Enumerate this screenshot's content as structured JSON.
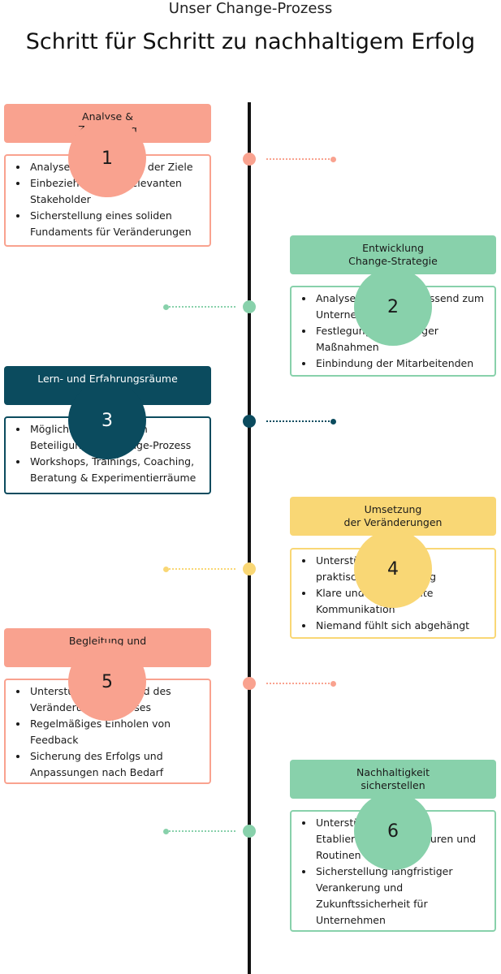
{
  "header": {
    "subtitle": "Unser Change-Prozess",
    "title": "Schritt für Schritt zu nachhaltigem Erfolg"
  },
  "colors": {
    "salmon": "#f9a28f",
    "mint": "#88d1ab",
    "teal": "#0b4b5e",
    "yellow": "#f9d775"
  },
  "steps": [
    {
      "number": "1",
      "title": "Analyse &\nZielsetzung",
      "color": "salmon",
      "bullets": [
        "Analyse des Bedarfs & der Ziele",
        "Einbeziehung aller relevanten Stakeholder",
        "Sicherstellung eines soliden Fundaments für Veränderungen"
      ]
    },
    {
      "number": "2",
      "title": "Entwicklung\nChange-Strategie",
      "color": "mint",
      "bullets": [
        "Analysebasiert und passend zum Unternehmen",
        "Festlegung notwendiger Maßnahmen",
        "Einbindung der Mitarbeitenden"
      ]
    },
    {
      "number": "3",
      "title": "Lern- und Erfahrungsräume\nschaffen",
      "color": "teal",
      "bullets": [
        "Möglichkeit zur aktiven Beteiligung am Change-Prozess",
        "Workshops, Trainings, Coaching, Beratung & Experimentierräume"
      ]
    },
    {
      "number": "4",
      "title": "Umsetzung\nder Veränderungen",
      "color": "yellow",
      "bullets": [
        "Unterstützung bei der praktischen Umsetzung",
        "Klare und transparente Kommunikation",
        "Niemand fühlt sich abgehängt"
      ]
    },
    {
      "number": "5",
      "title": "Begleitung und\nFeedback",
      "color": "salmon",
      "bullets": [
        "Unterstützung während des Veränderungsprozesses",
        "Regelmäßiges Einholen von Feedback",
        "Sicherung des Erfolgs und Anpassungen nach Bedarf"
      ]
    },
    {
      "number": "6",
      "title": "Nachhaltigkeit\nsicherstellen",
      "color": "mint",
      "bullets": [
        "Unterstützung bei der Etablierung von Strukturen und Routinen",
        "Sicherstellung langfristiger Verankerung und Zukunftssicherheit für Unternehmen"
      ]
    }
  ]
}
